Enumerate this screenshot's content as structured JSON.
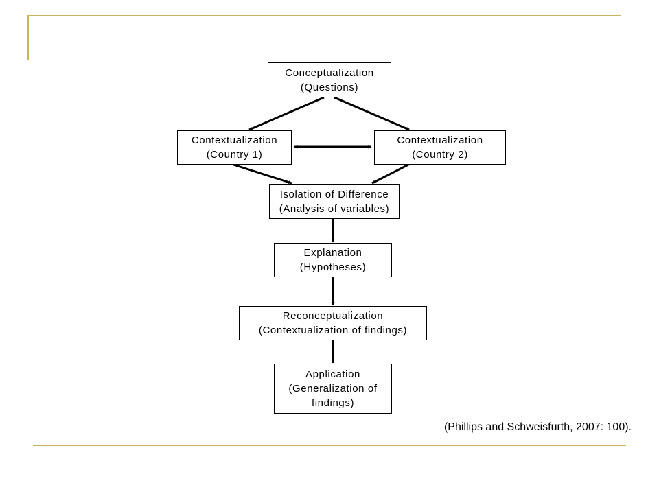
{
  "nodes": {
    "conceptualization": [
      "Conceptualization",
      "(Questions)"
    ],
    "context1": [
      "Contextualization",
      "(Country 1)"
    ],
    "context2": [
      "Contextualization",
      "(Country 2)"
    ],
    "isolation": [
      "Isolation of Difference",
      "(Analysis of variables)"
    ],
    "explanation": [
      "Explanation",
      "(Hypotheses)"
    ],
    "reconceptualization": [
      "Reconceptualization",
      "(Contextualization of findings)"
    ],
    "application": [
      "Application",
      "(Generalization of",
      "findings)"
    ]
  },
  "edges": [
    {
      "from": "conceptualization",
      "to": "context1"
    },
    {
      "from": "conceptualization",
      "to": "context2"
    },
    {
      "from": "context1",
      "to": "context2",
      "bidirectional": true
    },
    {
      "from": "context1",
      "to": "isolation"
    },
    {
      "from": "context2",
      "to": "isolation"
    },
    {
      "from": "isolation",
      "to": "explanation"
    },
    {
      "from": "explanation",
      "to": "reconceptualization"
    },
    {
      "from": "reconceptualization",
      "to": "application"
    }
  ],
  "citation": "(Phillips and Schweisfurth, 2007: 100).",
  "colors": {
    "accent_rule": "#c8b45a",
    "line": "#000000"
  }
}
